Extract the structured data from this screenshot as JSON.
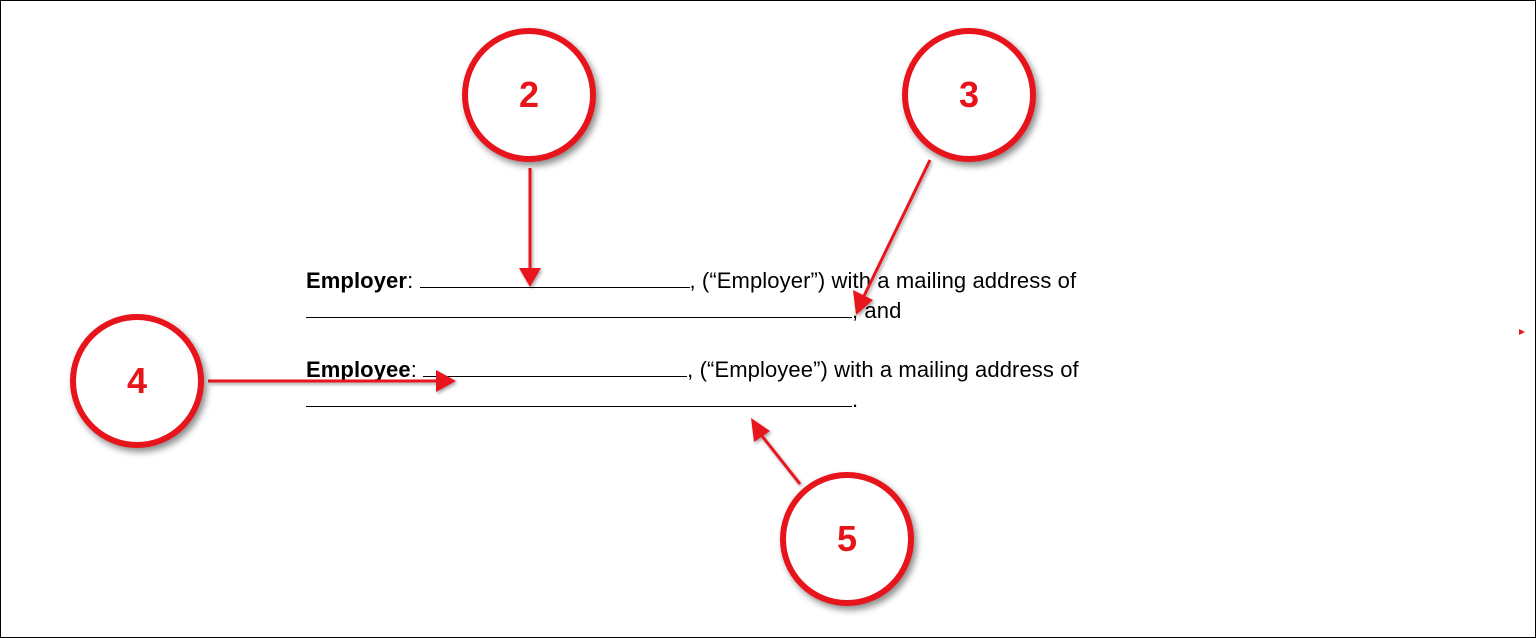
{
  "document": {
    "employer": {
      "label": "Employer",
      "colon": ":",
      "quoted_term": ", (“Employer”) with a mailing address of",
      "tail": ", and"
    },
    "employee": {
      "label": "Employee",
      "colon": ":",
      "quoted_term": ", (“Employee”) with a mailing address of",
      "tail": "."
    }
  },
  "callouts": {
    "c2": "2",
    "c3": "3",
    "c4": "4",
    "c5": "5"
  },
  "colors": {
    "callout_red": "#e8141b",
    "text": "#000000",
    "background": "#ffffff"
  }
}
